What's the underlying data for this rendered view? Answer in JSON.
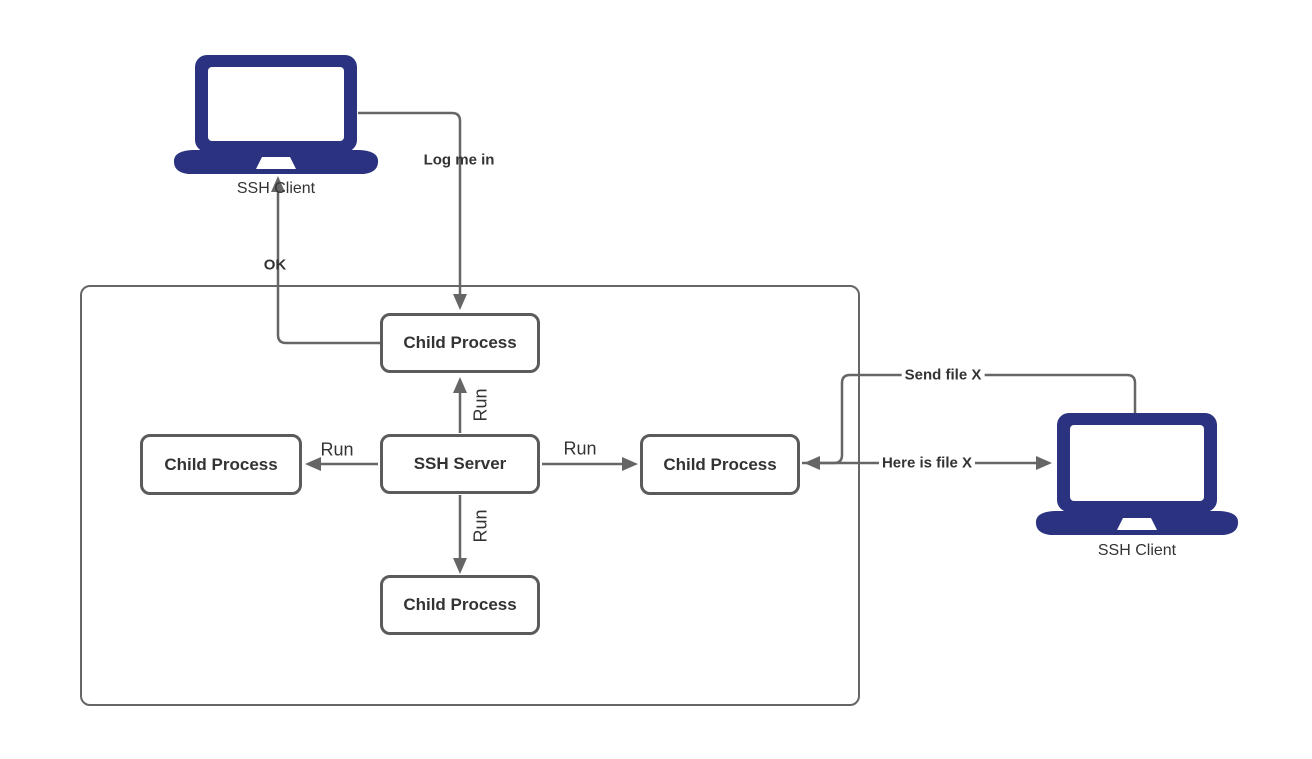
{
  "diagram": {
    "nodes": {
      "client_left": {
        "label": "SSH Client"
      },
      "client_right": {
        "label": "SSH Client"
      },
      "child_top": {
        "label": "Child Process"
      },
      "child_left": {
        "label": "Child Process"
      },
      "child_right": {
        "label": "Child Process"
      },
      "child_bottom": {
        "label": "Child Process"
      },
      "ssh_server": {
        "label": "SSH Server"
      }
    },
    "edges": {
      "log_me_in": {
        "label": "Log me in"
      },
      "ok": {
        "label": "OK"
      },
      "run_up": {
        "label": "Run"
      },
      "run_down": {
        "label": "Run"
      },
      "run_left": {
        "label": "Run"
      },
      "run_right": {
        "label": "Run"
      },
      "send_file": {
        "label": "Send file X"
      },
      "here_is_file": {
        "label": "Here is file X"
      }
    },
    "colors": {
      "laptop": "#2b3380",
      "line": "#666666",
      "node_border": "#5b5b5b",
      "text": "#333333",
      "canvas": "#ffffff"
    }
  }
}
